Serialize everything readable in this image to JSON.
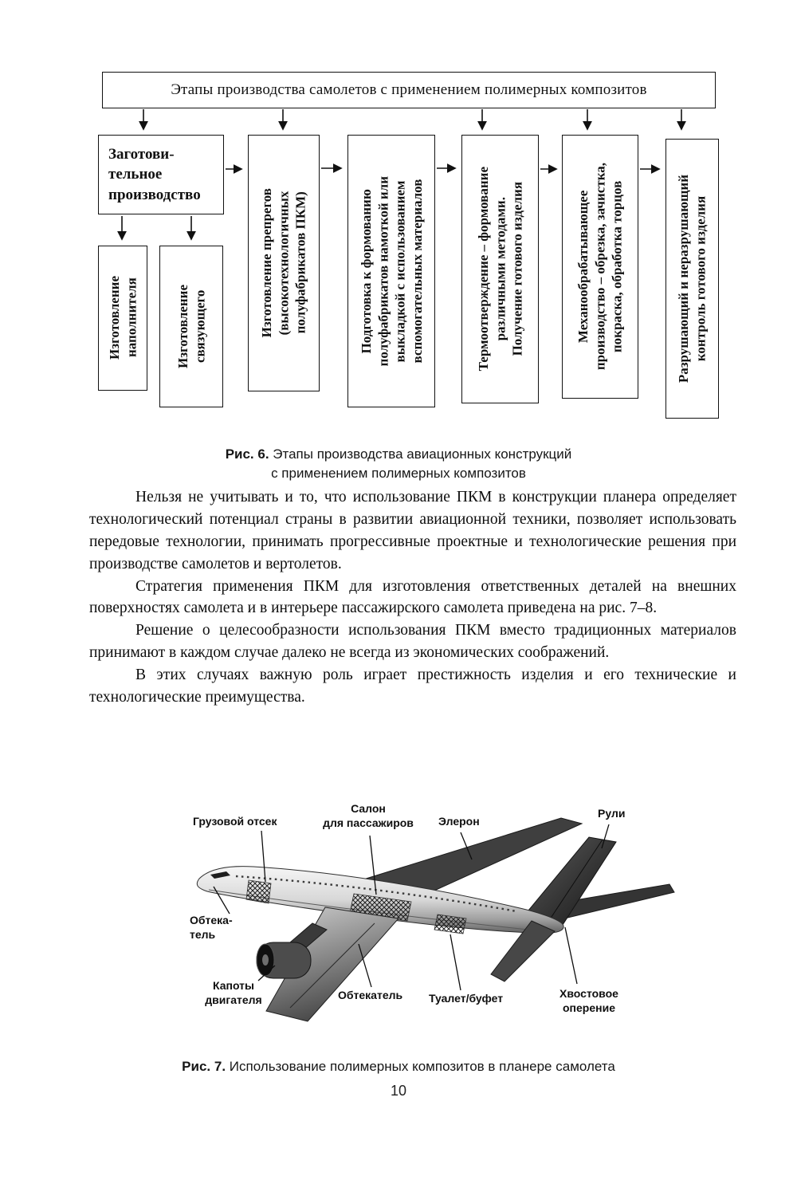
{
  "flowchart": {
    "title": "Этапы производства самолетов с применением полимерных композитов",
    "stages": {
      "stage1": "Заготови-\nтельное\nпроизводство",
      "stage1a": "Изготовление\nнаполнителя",
      "stage1b": "Изготовление\nсвязующего",
      "stage2": "Изготовление препрегов\n(высокотехнологичных\nполуфабрикатов ПКМ)",
      "stage3": "Подготовка к формованию\nполуфабрикатов намоткой или\nвыкладкой с использованием\nвспомогательных материалов",
      "stage4": "Термоотверждение – формование\nразличными методами.\nПолучение готового изделия",
      "stage5": "Механообрабатывающее\nпроизводство – обрезка, зачистка,\nпокраска, обработка торцов",
      "stage6": "Разрушающий и неразрушающий\nконтроль готового изделия"
    }
  },
  "fig6_caption": {
    "bold": "Рис. 6.",
    "text": " Этапы производства авиационных конструкций\nс применением полимерных композитов"
  },
  "body": {
    "p1": "Нельзя не учитывать и то, что использование ПКМ в конструкции планера определяет технологический потенциал страны в развитии авиационной техники, позволяет использовать передовые технологии, принимать прогрессивные проектные и технологические решения при производстве самолетов и вертолетов.",
    "p2": "Стратегия применения ПКМ для изготовления ответственных деталей на внешних поверхностях самолета и в интерьере пассажирского самолета приведена на рис. 7–8.",
    "p3": "Решение о целесообразности использования ПКМ вместо традиционных материалов принимают в каждом случае далеко не всегда из экономических соображений.",
    "p4": "В этих случаях важную роль играет престижность изделия и его технические и технологические преимущества."
  },
  "fig7": {
    "labels": {
      "cargo_bay": "Грузовой отсек",
      "passenger_cabin": "Салон\nдля пассажиров",
      "aileron": "Элерон",
      "rudders": "Рули",
      "nose_fairing": "Обтека-\nтель",
      "engine_cowls": "Капоты\nдвигателя",
      "fairing": "Обтекатель",
      "toilet_buffet": "Туалет/буфет",
      "tail_unit": "Хвостовое\nоперение"
    },
    "caption": {
      "bold": "Рис. 7.",
      "text": " Использование полимерных композитов в планере самолета"
    }
  },
  "page_number": "10"
}
